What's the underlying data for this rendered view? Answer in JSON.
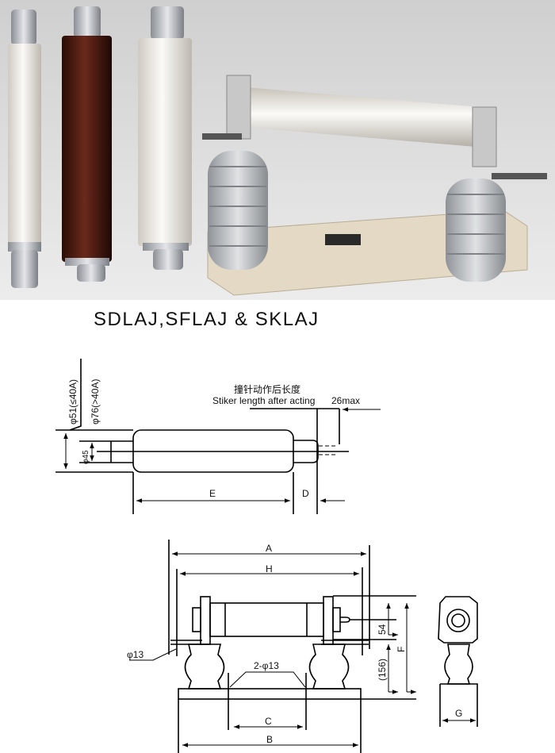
{
  "photo": {
    "caption": "SDLAJ,SFLAJ & SKLAJ",
    "colors": {
      "background": "#d6d6d6",
      "porcelain": "#f2f0ec",
      "brown_fuse": "#4a1810",
      "insulator": "#b9bcc0",
      "base": "#e3d9c4"
    }
  },
  "drawing_fuse": {
    "dia_51": "φ51(≤40A)",
    "dia_76": "φ76(>40A)",
    "dia_45": "φ45",
    "striker_cn": "撞针动作后长度",
    "striker_en": "Stiker length after acting",
    "striker_max": "26max",
    "dim_e": "E",
    "dim_d": "D"
  },
  "drawing_assembly": {
    "dim_a": "A",
    "dim_h": "H",
    "dim_54": "54",
    "dim_156": "(156)",
    "dim_f": "F",
    "hole_single": "φ13",
    "hole_double": "2-φ13",
    "dim_c": "C",
    "dim_b": "B",
    "dim_g": "G"
  }
}
